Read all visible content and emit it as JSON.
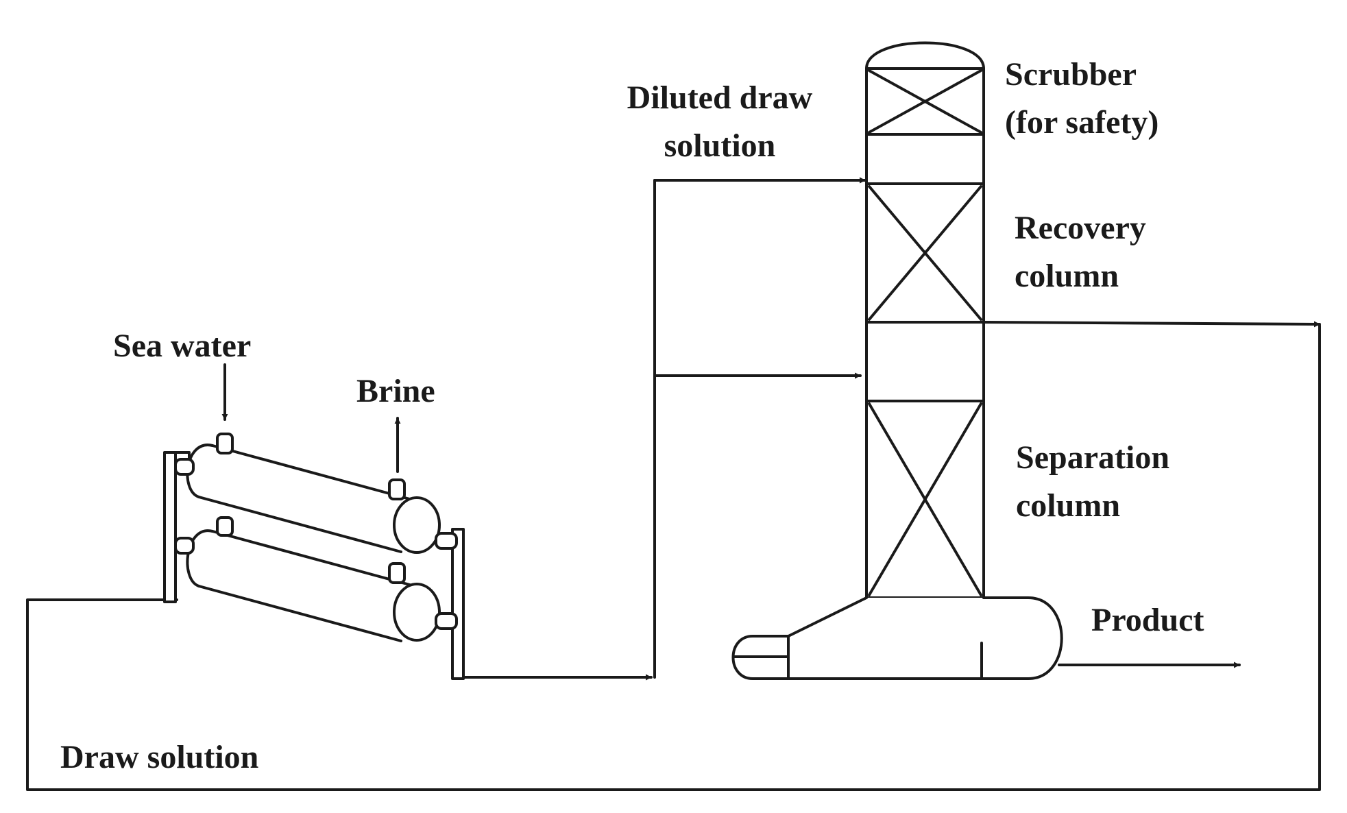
{
  "labels": {
    "sea_water": "Sea water",
    "brine": "Brine",
    "diluted_line1": "Diluted draw",
    "diluted_line2": "solution",
    "scrubber_line1": "Scrubber",
    "scrubber_line2": "(for safety)",
    "recovery_line1": "Recovery",
    "recovery_line2": "column",
    "separation_line1": "Separation",
    "separation_line2": "column",
    "product": "Product",
    "draw_solution": "Draw solution"
  },
  "colors": {
    "line": "#1a1a1a",
    "background": "#ffffff"
  }
}
